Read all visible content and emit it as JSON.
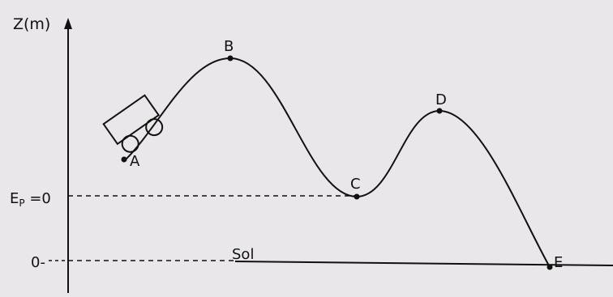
{
  "axis": {
    "y_label": "Z(m)"
  },
  "levels": {
    "ep_label": "E",
    "ep_sub": "P",
    "ep_value": " =0",
    "zero_label": "0-"
  },
  "ground": {
    "label": "Sol"
  },
  "points": [
    {
      "id": "A",
      "label": "A"
    },
    {
      "id": "B",
      "label": "B"
    },
    {
      "id": "C",
      "label": "C"
    },
    {
      "id": "D",
      "label": "D"
    },
    {
      "id": "E",
      "label": "E"
    }
  ],
  "colors": {
    "ink": "#111111",
    "paper": "#e9e7ea"
  }
}
